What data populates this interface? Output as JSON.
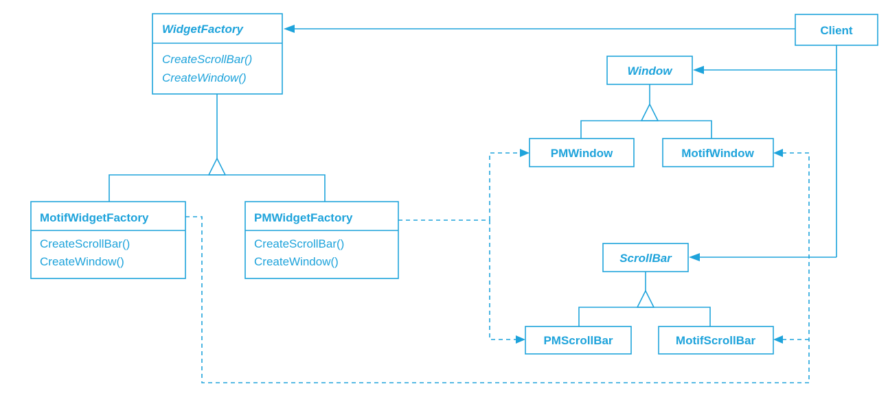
{
  "colors": {
    "accent": "#1ea3db",
    "background": "#ffffff"
  },
  "classes": {
    "widget_factory": {
      "name": "WidgetFactory",
      "operations": [
        "CreateScrollBar()",
        "CreateWindow()"
      ]
    },
    "motif_widget_factory": {
      "name": "MotifWidgetFactory",
      "operations": [
        "CreateScrollBar()",
        "CreateWindow()"
      ]
    },
    "pm_widget_factory": {
      "name": "PMWidgetFactory",
      "operations": [
        "CreateScrollBar()",
        "CreateWindow()"
      ]
    },
    "client": {
      "name": "Client"
    },
    "window": {
      "name": "Window"
    },
    "pm_window": {
      "name": "PMWindow"
    },
    "motif_window": {
      "name": "MotifWindow"
    },
    "scroll_bar": {
      "name": "ScrollBar"
    },
    "pm_scroll_bar": {
      "name": "PMScrollBar"
    },
    "motif_scroll_bar": {
      "name": "MotifScrollBar"
    }
  }
}
